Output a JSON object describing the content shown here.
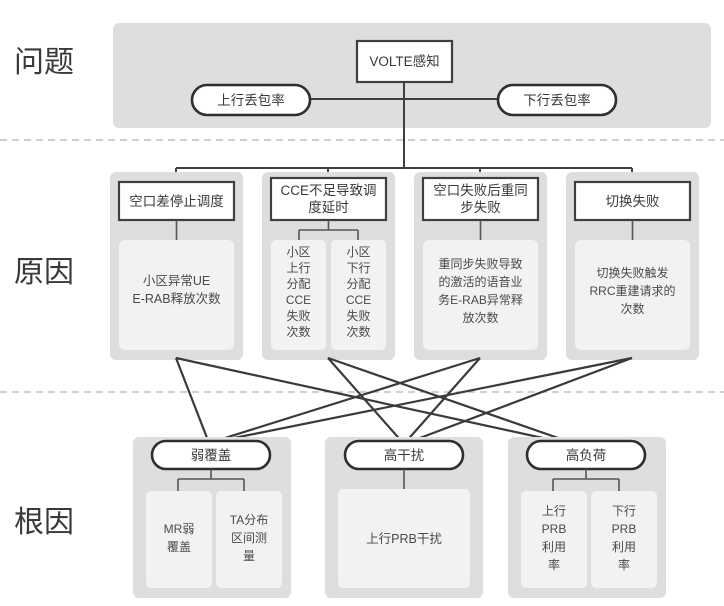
{
  "diagram": {
    "title_visible": false,
    "type": "fishbone-tree",
    "colors": {
      "panel_bg": "#dedede",
      "inner_bg": "#f2f2f2",
      "node_border": "#3f3f3f",
      "pill_border": "#2e2e2e",
      "connector": "#3f3f3f",
      "separator": "#b4b4b4",
      "text": "#3a3a3a",
      "page_bg": "#ffffff"
    }
  },
  "tiers": [
    {
      "id": "problem",
      "label": "问题"
    },
    {
      "id": "cause",
      "label": "原因"
    },
    {
      "id": "root",
      "label": "根因"
    }
  ],
  "problem": {
    "root_node": "VOLTE感知",
    "children": [
      {
        "id": "ul-loss",
        "label": "上行丢包率"
      },
      {
        "id": "dl-loss",
        "label": "下行丢包率"
      }
    ]
  },
  "causes": [
    {
      "id": "air-bad-sched",
      "title": "空口差停止调度",
      "leaves": [
        {
          "id": "abnormal-erab",
          "lines": [
            "小区异常UE",
            "E-RAB释放次数"
          ]
        }
      ]
    },
    {
      "id": "cce-insufficient",
      "title": "CCE不足导致调度延时",
      "leaves": [
        {
          "id": "cell-ul-cce",
          "lines": [
            "小区",
            "上行",
            "分配",
            "CCE",
            "失败",
            "次数"
          ]
        },
        {
          "id": "cell-dl-cce",
          "lines": [
            "小区",
            "下行",
            "分配",
            "CCE",
            "失败",
            "次数"
          ]
        }
      ]
    },
    {
      "id": "resync-fail",
      "title": "空口失败后重同步失败",
      "leaves": [
        {
          "id": "resync-erab",
          "lines": [
            "重同步失败导致",
            "的激活的语音业",
            "务E-RAB异常释",
            "放次数"
          ]
        }
      ]
    },
    {
      "id": "handover-fail",
      "title": "切换失败",
      "leaves": [
        {
          "id": "rrc-reestab",
          "lines": [
            "切换失败触发",
            "RRC重建请求的",
            "次数"
          ]
        }
      ]
    }
  ],
  "roots": [
    {
      "id": "weak-coverage",
      "title": "弱覆盖",
      "leaves": [
        {
          "id": "mr-weak",
          "lines": [
            "MR弱",
            "覆盖"
          ]
        },
        {
          "id": "ta-dist",
          "lines": [
            "TA分布",
            "区间测",
            "量"
          ]
        }
      ]
    },
    {
      "id": "high-interference",
      "title": "高干扰",
      "leaves": [
        {
          "id": "ul-prb-intf",
          "lines": [
            "上行PRB干扰"
          ]
        }
      ]
    },
    {
      "id": "high-load",
      "title": "高负荷",
      "leaves": [
        {
          "id": "ul-prb-util",
          "lines": [
            "上行",
            "PRB",
            "利用",
            "率"
          ]
        },
        {
          "id": "dl-prb-util",
          "lines": [
            "下行",
            "PRB",
            "利用",
            "率"
          ]
        }
      ]
    }
  ],
  "cross_links": [
    {
      "from": "air-bad-sched",
      "to": "weak-coverage"
    },
    {
      "from": "air-bad-sched",
      "to": "high-load"
    },
    {
      "from": "cce-insufficient",
      "to": "high-interference"
    },
    {
      "from": "cce-insufficient",
      "to": "high-load"
    },
    {
      "from": "resync-fail",
      "to": "weak-coverage"
    },
    {
      "from": "resync-fail",
      "to": "high-interference"
    },
    {
      "from": "handover-fail",
      "to": "weak-coverage"
    },
    {
      "from": "handover-fail",
      "to": "high-interference"
    }
  ]
}
